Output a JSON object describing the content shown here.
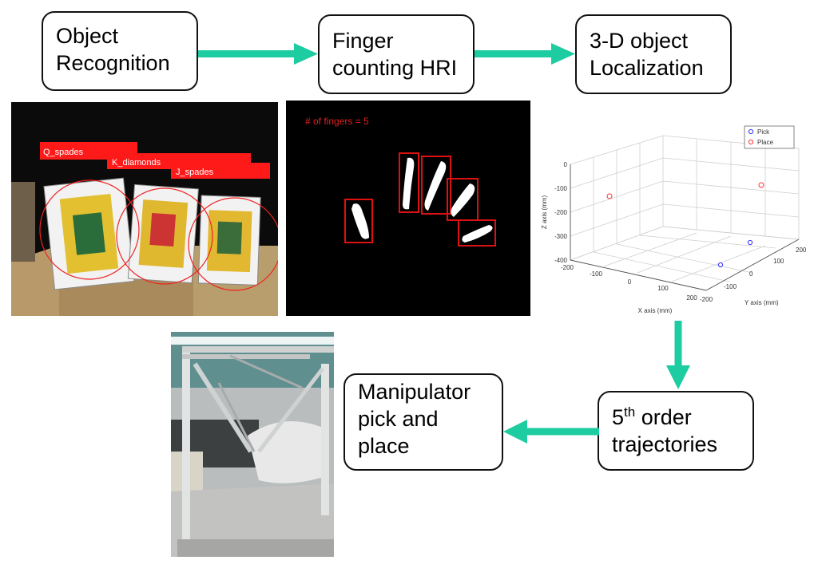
{
  "steps": {
    "object_recognition": {
      "line1": "Object",
      "line2": "Recognition"
    },
    "finger_counting": {
      "line1": "Finger",
      "line2": "counting HRI"
    },
    "localization": {
      "line1": "3-D object",
      "line2": "Localization"
    },
    "trajectories": {
      "line1_base": "5",
      "line1_sup": "th",
      "line1_rest": " order",
      "line2": "trajectories"
    },
    "manipulator": {
      "line1": "Manipulator",
      "line2": "pick and",
      "line3": "place"
    }
  },
  "recognition_labels": [
    "Q_spades",
    "K_diamonds",
    "J_spades"
  ],
  "finger_caption": "# of fingers = 5",
  "plot": {
    "legend": [
      "Pick",
      "Place"
    ],
    "zlabel": "Z axis (mm)",
    "xlabel": "X axis (mm)",
    "ylabel": "Y axis (mm)",
    "z_ticks": [
      "0",
      "-100",
      "-200",
      "-300",
      "-400"
    ],
    "x_ticks": [
      "-200",
      "-100",
      "0",
      "100",
      "200"
    ],
    "y_ticks": [
      "-200",
      "-100",
      "0",
      "100",
      "200"
    ]
  },
  "colors": {
    "arrow": "#1dcca0",
    "pick": "#3333ff",
    "place": "#ff3333",
    "finger_box": "#dd1111"
  }
}
